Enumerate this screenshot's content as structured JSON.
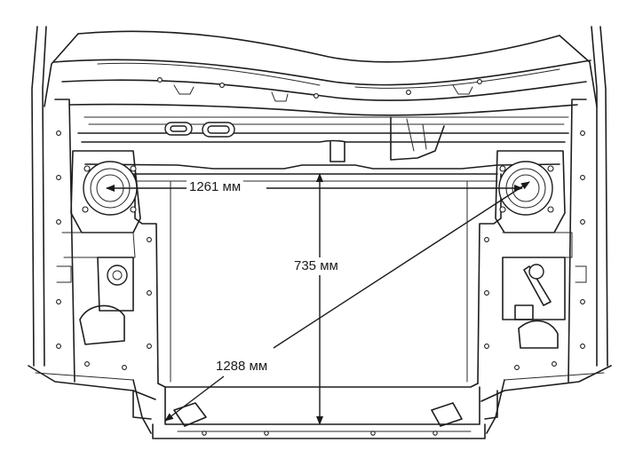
{
  "dimensions": {
    "width_label": "1261 мм",
    "height_label": "735 мм",
    "diagonal_label": "1288 мм"
  },
  "colors": {
    "line": "#1d1d1d",
    "background": "#ffffff"
  }
}
